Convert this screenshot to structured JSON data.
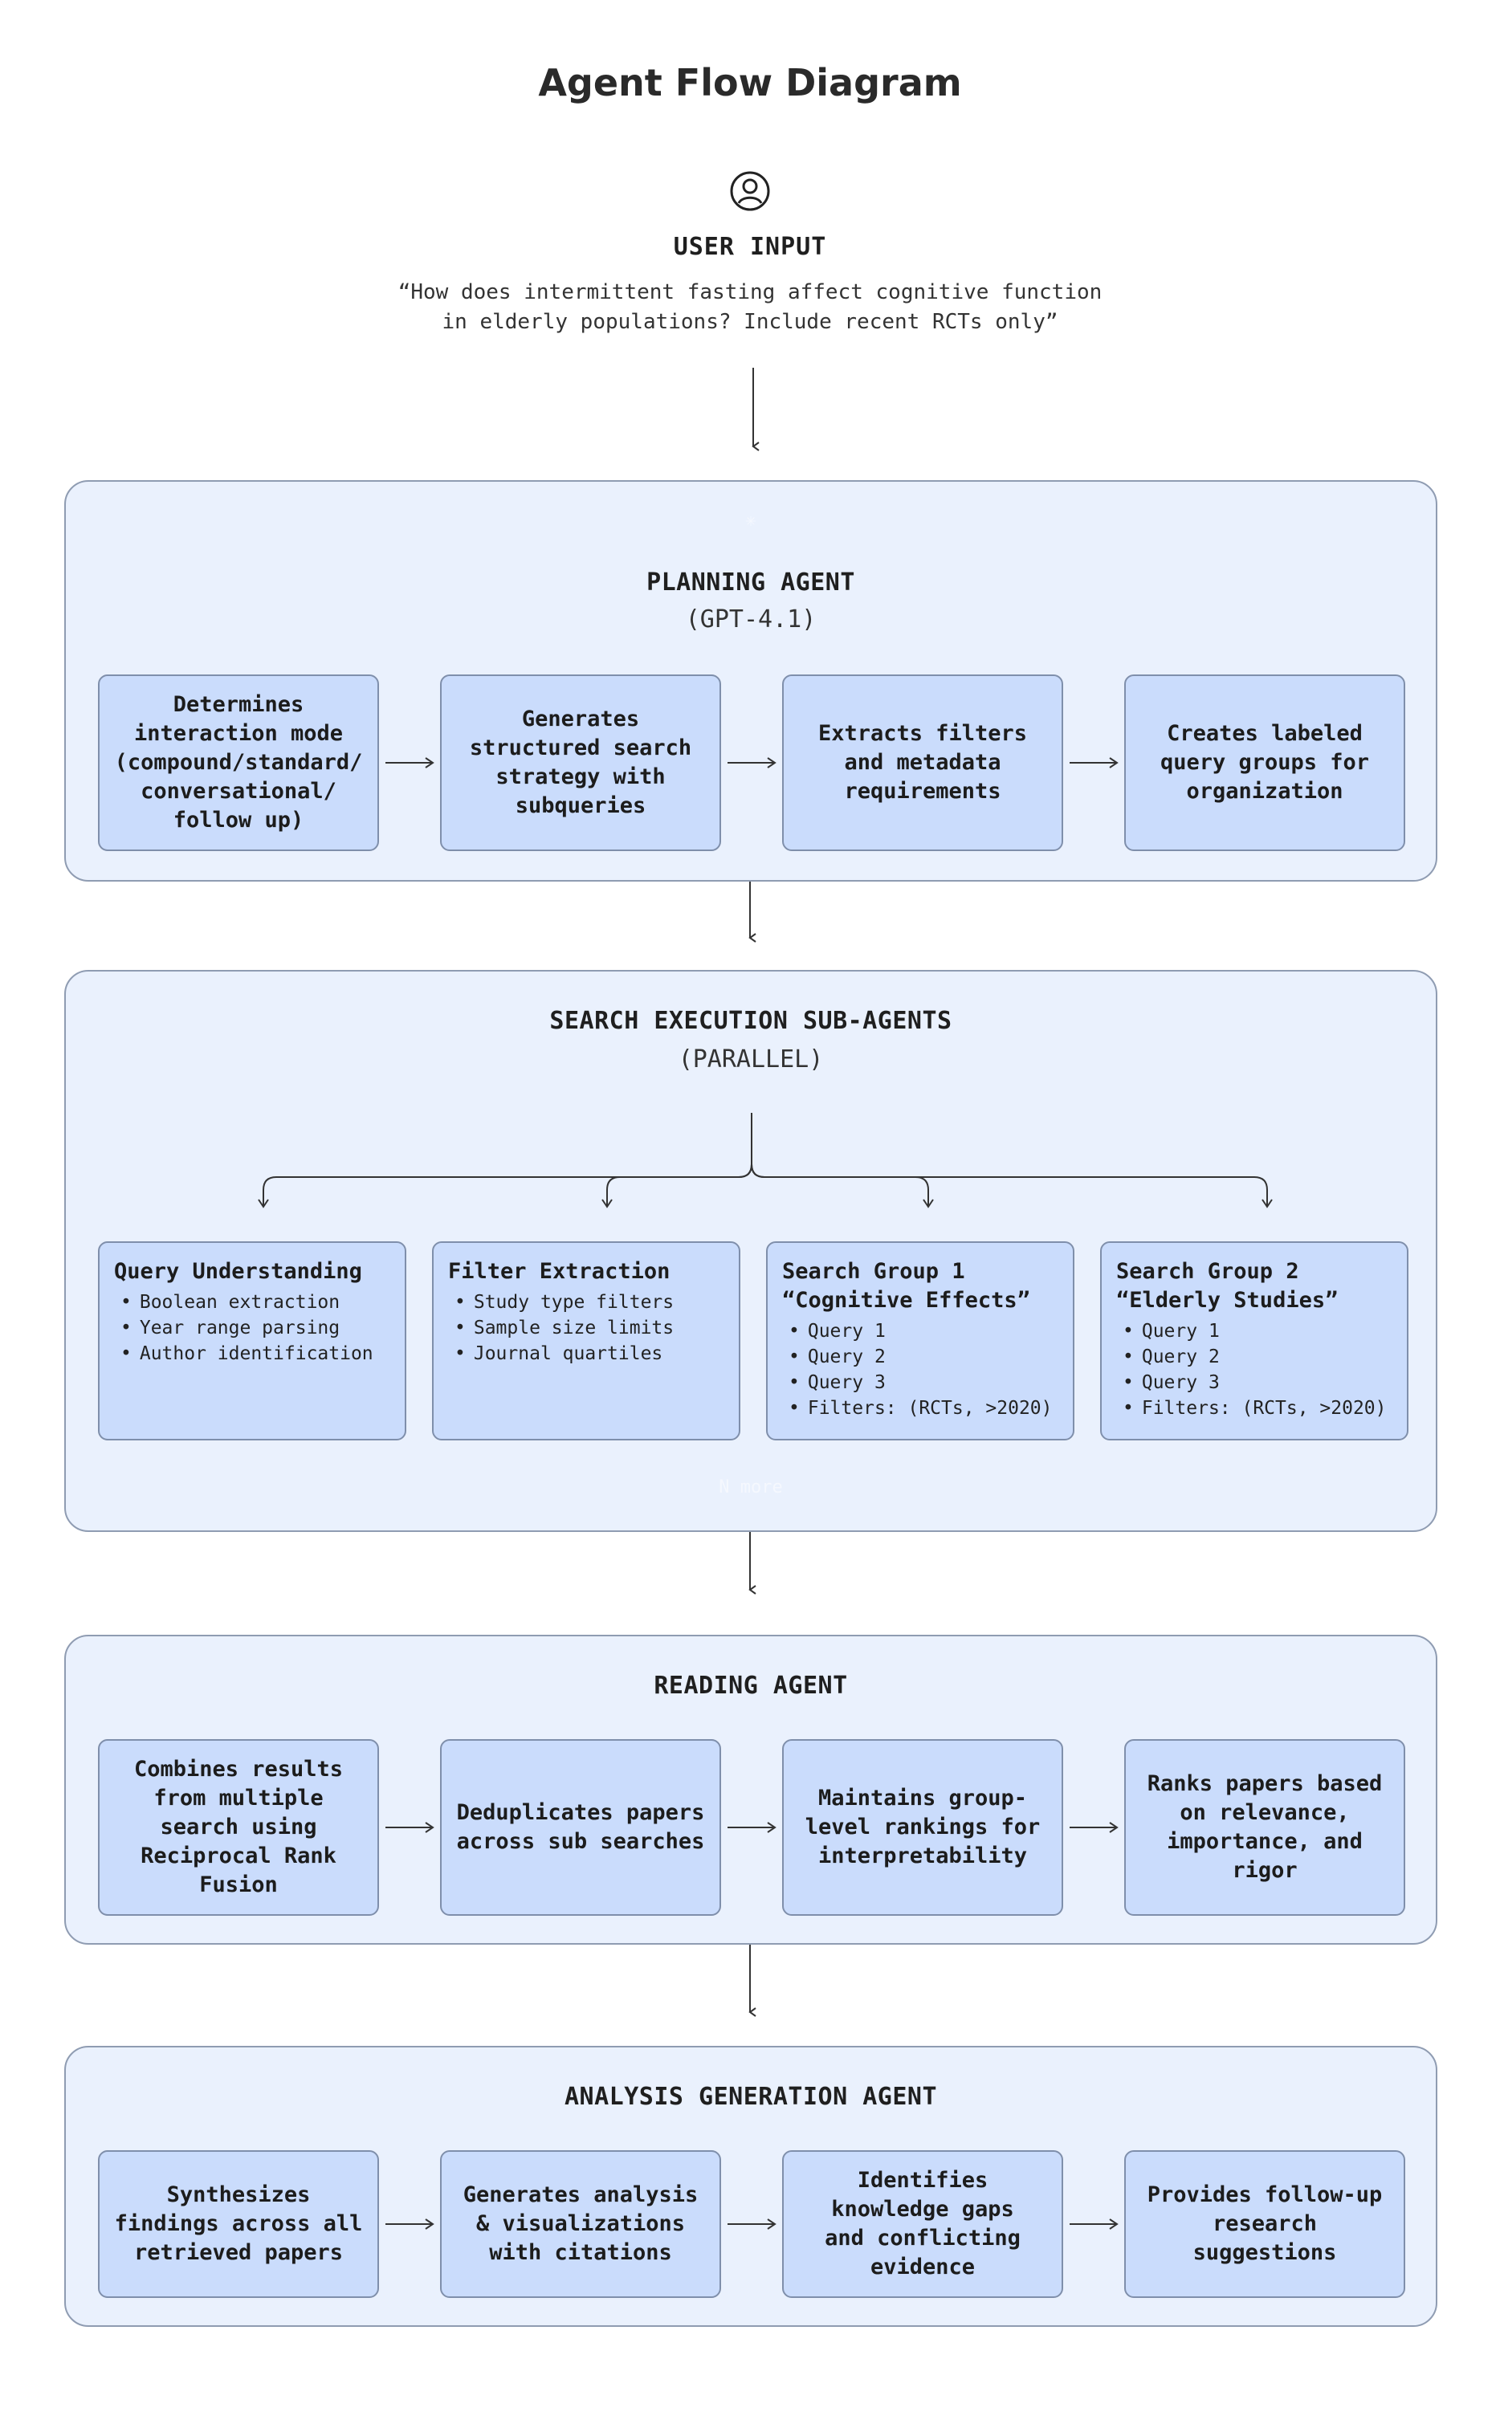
{
  "title": "Agent Flow Diagram",
  "user_input": {
    "icon": "user-circle-icon",
    "label": "USER INPUT",
    "quote_line1": "“How does intermittent fasting affect cognitive function",
    "quote_line2": "in elderly populations? Include recent RCTs only”"
  },
  "planning": {
    "title": "PLANNING AGENT",
    "subtitle": "(GPT-4.1)",
    "steps": [
      [
        "Determines",
        "interaction mode",
        "(compound/standard/",
        "conversational/",
        "follow up)"
      ],
      [
        "Generates",
        "structured search",
        "strategy with",
        "subqueries"
      ],
      [
        "Extracts filters",
        "and metadata",
        "requirements"
      ],
      [
        "Creates labeled",
        "query groups for",
        "organization"
      ]
    ]
  },
  "search": {
    "title": "SEARCH EXECUTION SUB-AGENTS",
    "subtitle": "(PARALLEL)",
    "agents": [
      {
        "title_lines": [
          "Query Understanding"
        ],
        "items": [
          "Boolean extraction",
          "Year range parsing",
          "Author identification"
        ]
      },
      {
        "title_lines": [
          "Filter Extraction"
        ],
        "items": [
          "Study type filters",
          "Sample size limits",
          "Journal quartiles"
        ]
      },
      {
        "title_lines": [
          "Search Group 1",
          "“Cognitive Effects”"
        ],
        "items": [
          "Query 1",
          "Query 2",
          "Query 3",
          "Filters: (RCTs, >2020)"
        ]
      },
      {
        "title_lines": [
          "Search Group 2",
          "“Elderly Studies”"
        ],
        "items": [
          "Query 1",
          "Query 2",
          "Query 3",
          "Filters: (RCTs, >2020)"
        ]
      }
    ],
    "faint_label": "N more"
  },
  "reading": {
    "title": "READING AGENT",
    "steps": [
      [
        "Combines results",
        "from multiple",
        "search using",
        "Reciprocal Rank",
        "Fusion"
      ],
      [
        "Deduplicates papers",
        "across sub searches"
      ],
      [
        "Maintains group-",
        "level rankings for",
        "interpretability"
      ],
      [
        "Ranks papers based",
        "on relevance,",
        "importance, and",
        "rigor"
      ]
    ]
  },
  "analysis": {
    "title": "ANALYSIS GENERATION AGENT",
    "steps": [
      [
        "Synthesizes",
        "findings across all",
        "retrieved papers"
      ],
      [
        "Generates analysis",
        "& visualizations",
        "with citations"
      ],
      [
        "Identifies",
        "knowledge gaps",
        "and conflicting",
        "evidence"
      ],
      [
        "Provides follow-up",
        "research",
        "suggestions"
      ]
    ]
  },
  "colors": {
    "panel_bg": "#eaf1fd",
    "card_bg": "#cadcfc",
    "border": "#7f8fab",
    "text": "#1f1f1f"
  }
}
